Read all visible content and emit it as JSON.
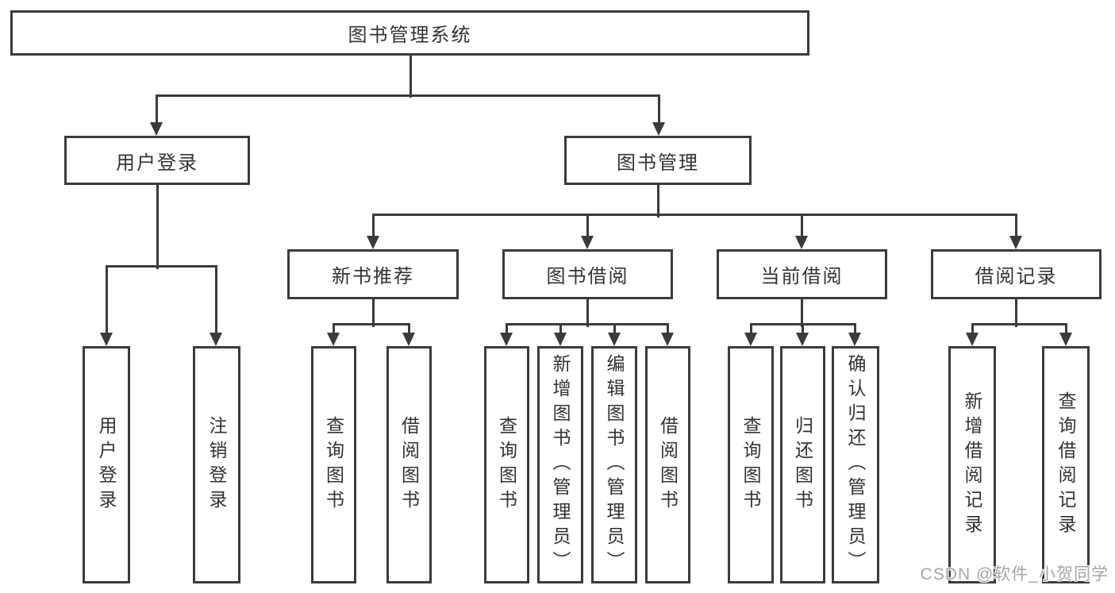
{
  "tree": {
    "root": {
      "label": "图书管理系统"
    },
    "children": [
      {
        "label": "用户登录",
        "children": [
          {
            "label": "用户登录"
          },
          {
            "label": "注销登录"
          }
        ]
      },
      {
        "label": "图书管理",
        "children": [
          {
            "label": "新书推荐",
            "children": [
              {
                "label": "查询图书"
              },
              {
                "label": "借阅图书"
              }
            ]
          },
          {
            "label": "图书借阅",
            "children": [
              {
                "label": "查询图书"
              },
              {
                "label": "新增图书（管理员）"
              },
              {
                "label": "编辑图书（管理员）"
              },
              {
                "label": "借阅图书"
              }
            ]
          },
          {
            "label": "当前借阅",
            "children": [
              {
                "label": "查询图书"
              },
              {
                "label": "归还图书"
              },
              {
                "label": "确认归还（管理员）"
              }
            ]
          },
          {
            "label": "借阅记录",
            "children": [
              {
                "label": "新增借阅记录"
              },
              {
                "label": "查询借阅记录"
              }
            ]
          }
        ]
      }
    ]
  },
  "watermark": {
    "text": "CSDN @软件_小贺同学"
  },
  "colors": {
    "line": "#3b3b3b",
    "box_border": "#3b3b3b",
    "text": "#333333",
    "background": "#ffffff",
    "watermark": "#a6a6a6"
  }
}
